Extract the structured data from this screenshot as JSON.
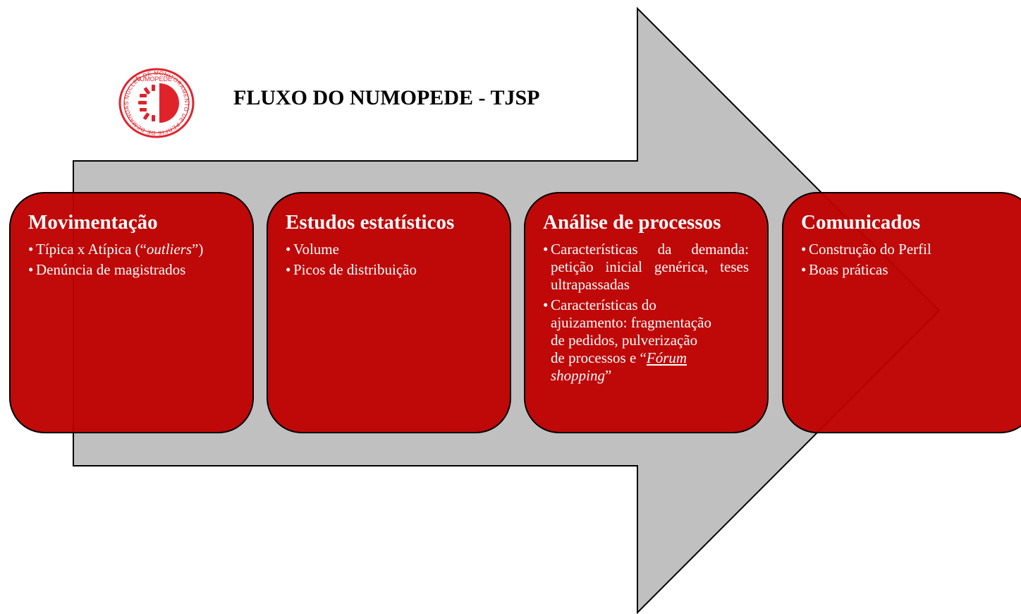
{
  "header": {
    "title": "FLUXO DO NUMOPEDE - TJSP",
    "logo": {
      "icon": "numopede-seal-icon",
      "text": "NUMOPEDE",
      "ring_text": "NÚCLEO DE MONITORAMENTO DE PERFIS DE DEMANDAS",
      "color": "#e0232b"
    }
  },
  "arrow": {
    "fill": "#c0c0c0",
    "stroke": "#000000"
  },
  "cards_style": {
    "fill": "#be0000",
    "text_color": "#ffffff",
    "bullet": "•"
  },
  "stages": [
    {
      "title": "Movimentação",
      "items": [
        {
          "before": "Típica x Atípica (“",
          "emph": "outliers",
          "after": "”)"
        },
        {
          "text": "Denúncia de magistrados"
        }
      ]
    },
    {
      "title": "Estudos estatísticos",
      "items": [
        {
          "text": "Volume"
        },
        {
          "text": "Picos de distribuição"
        }
      ]
    },
    {
      "title": "Análise de processos",
      "items": [
        {
          "text": "Características da demanda: petição inicial genérica, teses ultrapassadas"
        },
        {
          "before": "Características do ajuizamento: fragmentação de pedidos, pulverização de processos e “",
          "link": "Fórum",
          "emph": " shopping",
          "after": "”"
        }
      ]
    },
    {
      "title": "Comunicados",
      "items": [
        {
          "text": "Construção do Perfil"
        },
        {
          "text": "Boas práticas"
        }
      ]
    }
  ]
}
